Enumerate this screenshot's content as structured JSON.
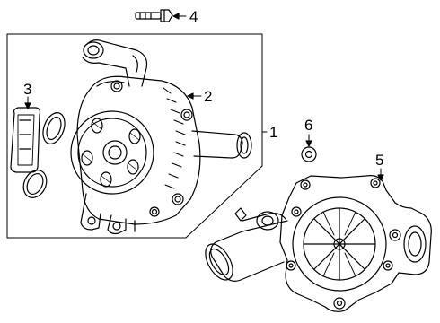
{
  "diagram": {
    "callouts": [
      {
        "id": "c1",
        "label": "1"
      },
      {
        "id": "c2",
        "label": "2"
      },
      {
        "id": "c3",
        "label": "3"
      },
      {
        "id": "c4",
        "label": "4"
      },
      {
        "id": "c5",
        "label": "5"
      },
      {
        "id": "c6",
        "label": "6"
      }
    ]
  }
}
